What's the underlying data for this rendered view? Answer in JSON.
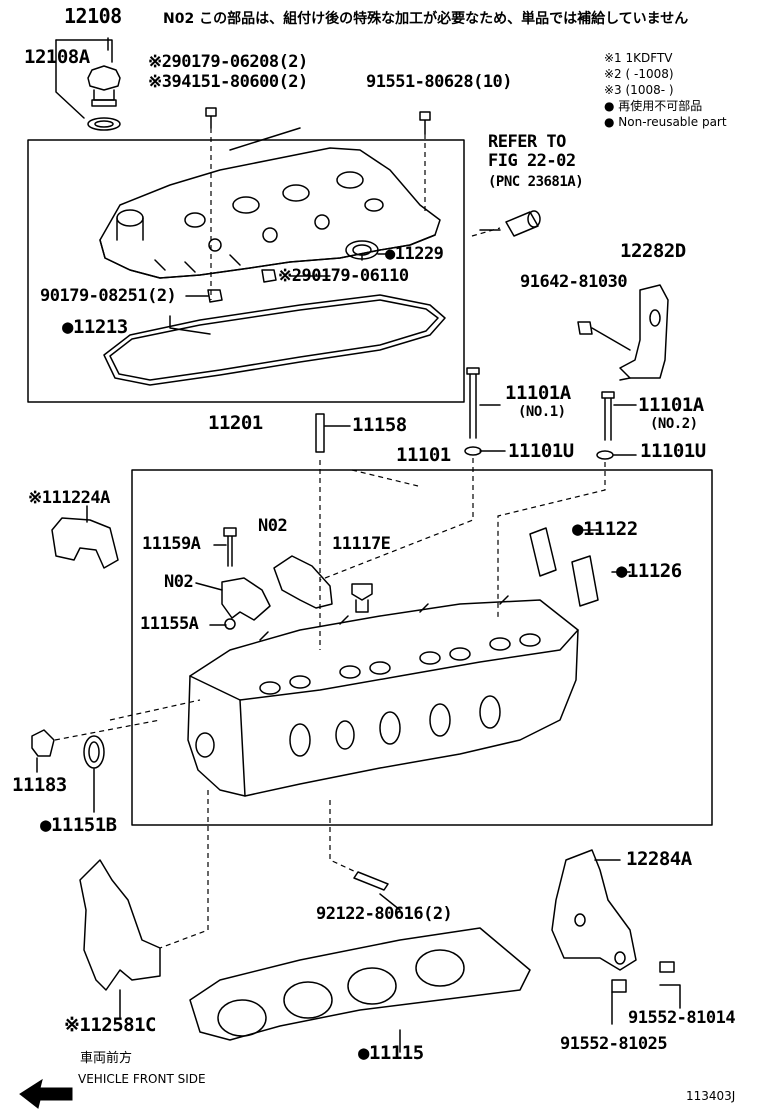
{
  "header": {
    "note": "N02 この部品は、組付け後の特殊な加工が必要なため、単品では補給していません"
  },
  "legend": {
    "items": [
      "※1 1KDFTV",
      "※2 (      -1008)",
      "※3 (1008-      )",
      "● 再使用不可部品",
      "● Non-reusable part"
    ]
  },
  "refer": {
    "line1": "REFER TO",
    "line2": "FIG 22-02",
    "line3": "(PNC 23681A)"
  },
  "labels": {
    "p12108": "12108",
    "p12108A": "12108A",
    "p90179_06208": "※290179-06208(2)",
    "p94151_80600": "※394151-80600(2)",
    "p91551_80628": "91551-80628(10)",
    "p11229": "●11229",
    "p90179_06110": "※290179-06110",
    "p90179_08251": "90179-08251(2)",
    "p11213": "●11213",
    "p11201": "11201",
    "p11158": "11158",
    "p12282D": "12282D",
    "p91642_81030": "91642-81030",
    "p11101A_1": "11101A",
    "p11101A_1_sub": "(NO.1)",
    "p11101A_2": "11101A",
    "p11101A_2_sub": "(NO.2)",
    "p11101": "11101",
    "p11101U_1": "11101U",
    "p11101U_2": "11101U",
    "p11224A": "※111224A",
    "p11159A": "11159A",
    "pN02_a": "N02",
    "p11117E": "11117E",
    "p11122": "●11122",
    "p11126": "●11126",
    "pN02_b": "N02",
    "p11155A": "11155A",
    "p11183": "11183",
    "p11151B": "●11151B",
    "p12284A": "12284A",
    "p92122_80616": "92122-80616(2)",
    "p12581C": "※112581C",
    "p91552_81014": "91552-81014",
    "p11115": "●11115",
    "p91552_81025": "91552-81025"
  },
  "footer": {
    "front_jp": "車両前方",
    "front_en": "VEHICLE FRONT SIDE",
    "fig_code": "113403J"
  }
}
